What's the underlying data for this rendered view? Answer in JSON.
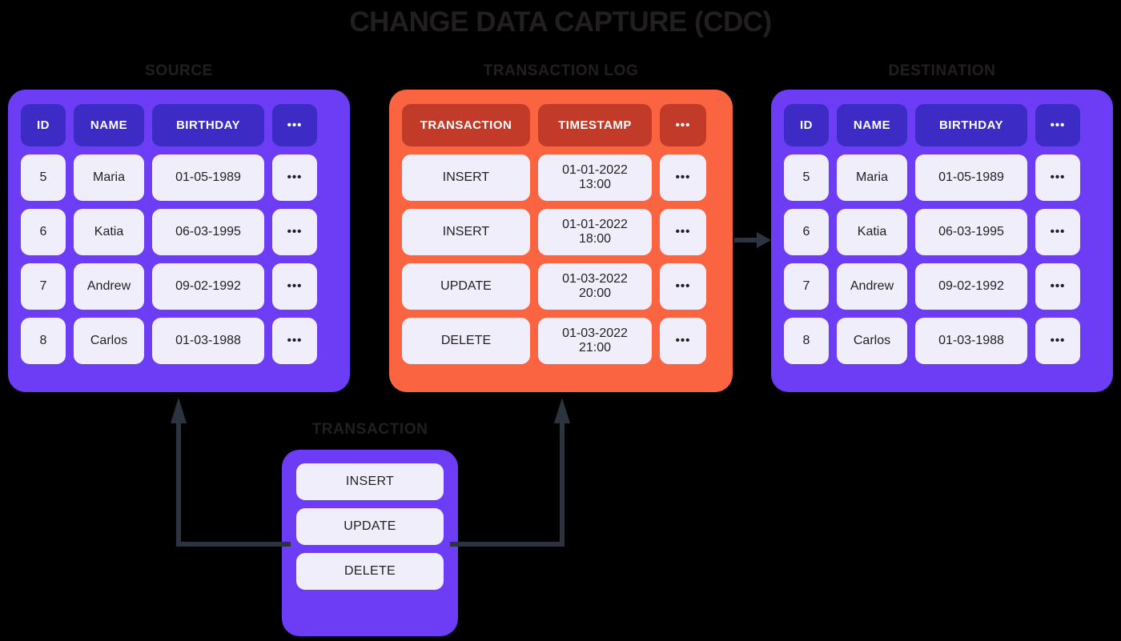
{
  "title": "CHANGE DATA CAPTURE (CDC)",
  "colors": {
    "background": "#000000",
    "panel_purple": "#6c3df4",
    "panel_orange": "#fa6440",
    "header_purple": "#3c2bc4",
    "header_orange": "#c13b28",
    "cell_background": "#f0eefb",
    "text_dark": "#231f20",
    "connector": "#2c3440"
  },
  "source": {
    "label": "SOURCE",
    "columns": [
      "ID",
      "NAME",
      "BIRTHDAY",
      "•••"
    ],
    "rows": [
      [
        "5",
        "Maria",
        "01-05-1989",
        "•••"
      ],
      [
        "6",
        "Katia",
        "06-03-1995",
        "•••"
      ],
      [
        "7",
        "Andrew",
        "09-02-1992",
        "•••"
      ],
      [
        "8",
        "Carlos",
        "01-03-1988",
        "•••"
      ]
    ]
  },
  "transaction_log": {
    "label": "TRANSACTION LOG",
    "columns": [
      "TRANSACTION",
      "TIMESTAMP",
      "•••"
    ],
    "rows": [
      [
        "INSERT",
        "01-01-2022\n13:00",
        "•••"
      ],
      [
        "INSERT",
        "01-01-2022\n18:00",
        "•••"
      ],
      [
        "UPDATE",
        "01-03-2022\n20:00",
        "•••"
      ],
      [
        "DELETE",
        "01-03-2022\n21:00",
        "•••"
      ]
    ]
  },
  "destination": {
    "label": "DESTINATION",
    "columns": [
      "ID",
      "NAME",
      "BIRTHDAY",
      "•••"
    ],
    "rows": [
      [
        "5",
        "Maria",
        "01-05-1989",
        "•••"
      ],
      [
        "6",
        "Katia",
        "06-03-1995",
        "•••"
      ],
      [
        "7",
        "Andrew",
        "09-02-1992",
        "•••"
      ],
      [
        "8",
        "Carlos",
        "01-03-1988",
        "•••"
      ]
    ]
  },
  "transaction": {
    "label": "TRANSACTION",
    "operations": [
      "INSERT",
      "UPDATE",
      "DELETE"
    ]
  }
}
